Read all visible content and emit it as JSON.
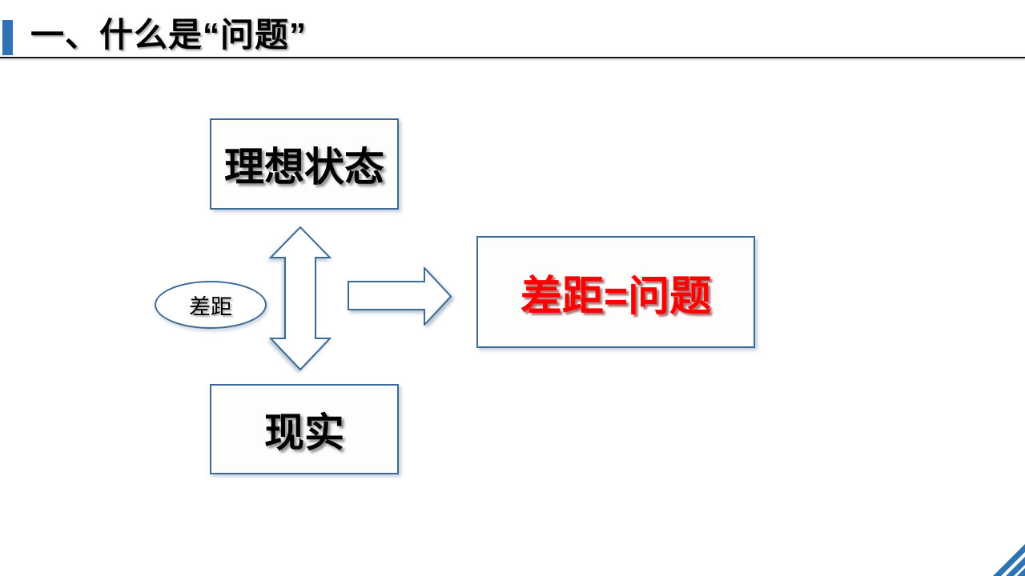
{
  "header": {
    "title": "一、什么是“问题”",
    "accent_color": "#2E74B5"
  },
  "diagram": {
    "ideal_label": "理想状态",
    "reality_label": "现实",
    "gap_label": "差距",
    "problem_label": "差距=问题",
    "problem_text_color": "#FF0000",
    "shape_outline_color": "#3C6A96",
    "corner_decoration_color": "#2E74B5"
  }
}
